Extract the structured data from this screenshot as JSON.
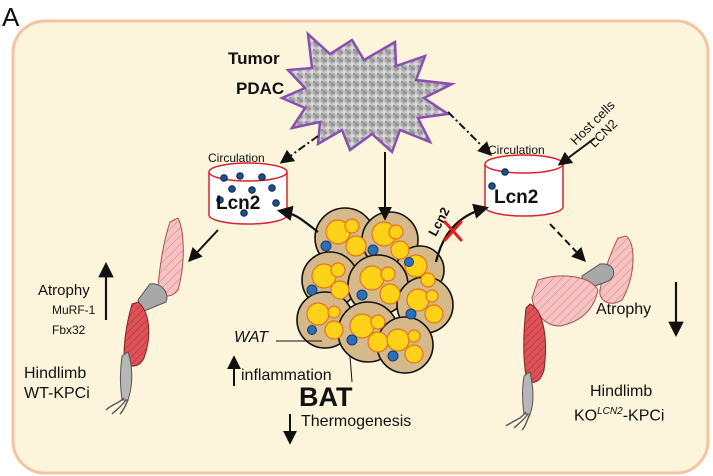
{
  "figure": {
    "panel_letter": "A",
    "tumor": {
      "line1": "Tumor",
      "line2": "PDAC"
    },
    "circulation_left": {
      "label": "Circulation",
      "protein": "Lcn2"
    },
    "circulation_right": {
      "label": "Circulation",
      "protein": "Lcn2"
    },
    "host_cells": {
      "line1": "Host cells",
      "line2": "LCN2"
    },
    "blocked_label": "Lcn2",
    "left_muscle": {
      "atrophy": "Atrophy",
      "marker1": "MuRF-1",
      "marker2": "Fbx32",
      "hindlimb": "Hindlimb",
      "genotype": "WT-KPCi"
    },
    "right_muscle": {
      "atrophy": "Atrophy",
      "hindlimb": "Hindlimb",
      "genotype_prefix": "KO",
      "genotype_sup": "LCN2",
      "genotype_suffix": "-KPCi"
    },
    "adipose": {
      "wat": "WAT",
      "inflammation": "inflammation",
      "bat": "BAT",
      "thermogenesis": "Thermogenesis"
    },
    "colors": {
      "background": "#fdf4dc",
      "border": "#f2c4a2",
      "tumor_outline": "#8a4fb0",
      "adipocyte_fill": "#ffd21a",
      "adipocyte_outline": "#e8731a",
      "nucleus": "#2f6fb8",
      "block_x": "#e21e1e",
      "vessel_outline": "#d9232f",
      "muscle_pink": "#f0a7a7",
      "muscle_red": "#d9444a"
    }
  }
}
